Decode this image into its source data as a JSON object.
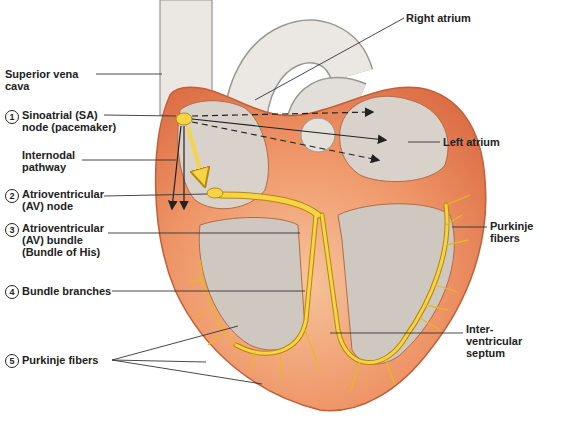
{
  "diagram": {
    "labels": [
      "Superior vena cava",
      "1",
      "Sinoatrial (SA) node (pacemaker)",
      "Internodal pathway",
      "2",
      "Atrioventricular (AV) node",
      "3",
      "Atrioventricular (AV) bundle (Bundle of His)",
      "4",
      "Bundle branches",
      "5",
      "Purkinje fibers",
      "Right atrium",
      "Left atrium",
      "Purkinje fibers",
      "Inter- ventricular septum"
    ]
  }
}
